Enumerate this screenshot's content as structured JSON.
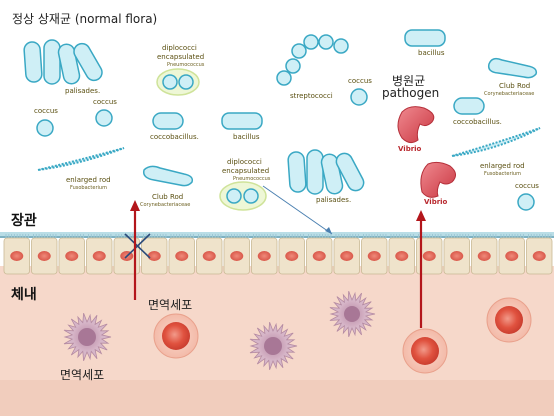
{
  "title": "정상 상재균 (normal flora)",
  "pathogen_label": {
    "ko": "병원균",
    "en": "pathogen"
  },
  "regions": {
    "gut": "장관",
    "body": "체내"
  },
  "immune_cell_label": "면역세포",
  "labels": {
    "palisades": "palisades.",
    "coccus": "coccus",
    "diplococci": "diplococci",
    "encapsulated": "encapsulated",
    "pneumococcus": "Pneumococcus",
    "coccobacillus": "coccobacillus.",
    "bacillus": "bacillus",
    "streptococci": "streptococci",
    "enlarged_rod": "enlarged rod",
    "fusobacterium": "Fusobacterium",
    "club_rod": "Club Rod",
    "corynebacteriaceae": "Corynebacteriaceae",
    "vibrio": "Vibrio"
  },
  "colors": {
    "bacteria_fill": "#cfeff6",
    "bacteria_stroke": "#3aa8c4",
    "pathogen": "#e05560",
    "arrow": "#b3161b",
    "tissue": "#f4d3c4",
    "epithelium": "#efe6cf"
  }
}
